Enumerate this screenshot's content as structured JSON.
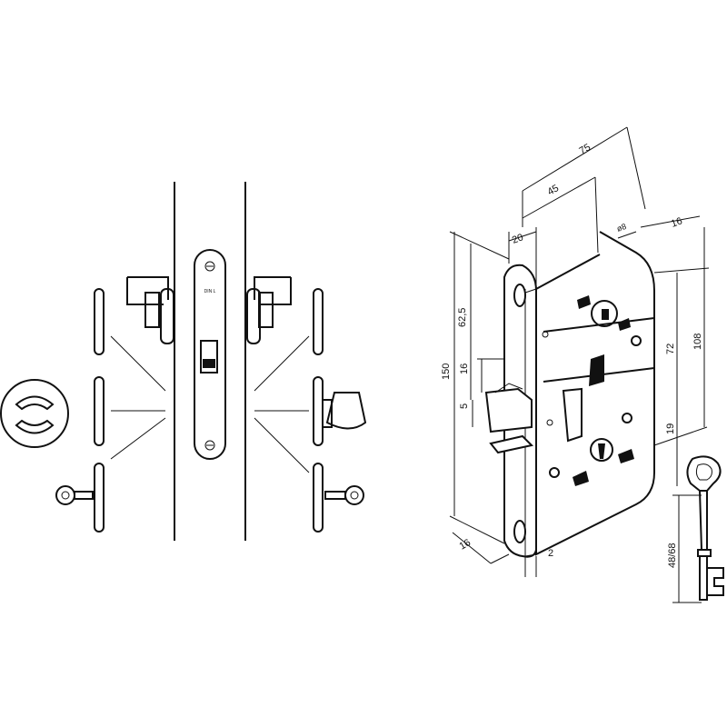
{
  "left_view": {
    "plate_marking": "DIN L"
  },
  "right_view": {
    "dimensions": {
      "d75": "75",
      "d45": "45",
      "d20": "20",
      "d8": "ø8",
      "d16_top": "16",
      "d625": "62,5",
      "d150": "150",
      "d16_left": "16",
      "d5": "5",
      "d72": "72",
      "d108": "108",
      "d19": "19",
      "d16_bottom": "16",
      "d2": "2"
    }
  },
  "key_view": {
    "length_label": "48/68"
  }
}
